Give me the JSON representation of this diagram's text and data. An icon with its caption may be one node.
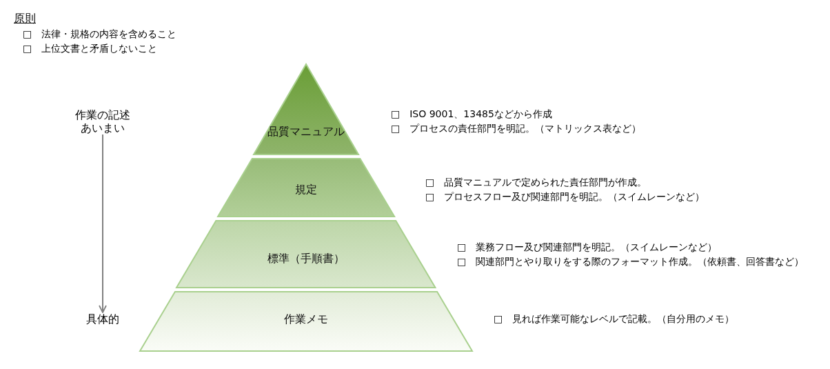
{
  "diagram": {
    "nodes": [
      {
        "text": [
          "品質マニュアル"
        ],
        "beside": [
          "□　ISO 9001、13485などから作成",
          "□　プロセスの責任部門を明記。（マトリックス表など）"
        ]
      },
      {
        "text": [
          "規定"
        ],
        "beside": [
          "□　品質マニュアルで定められた責任部門が作成。",
          "□　プロセスフロー及び関連部門を明記。（スイムレーンなど）"
        ]
      },
      {
        "text": [
          "標準（手順書）"
        ],
        "beside": [
          "□　業務フロー及び関連部門を明記。（スイムレーンなど）",
          "□　関連部門とやり取りをする際のフォーマット作成。（依頼書、回答書など）"
        ]
      },
      {
        "text": [
          "作業メモ"
        ],
        "beside": [
          "□　見れば作業可能なレベルで記載。（自分用のメモ）"
        ]
      },
      {
        "text": [
          "作業の記述あいまい"
        ]
      },
      {
        "text": [
          "具体的"
        ]
      }
    ],
    "edges": [
      {
        "from": 4,
        "to": 5,
        "arrow": "to"
      }
    ],
    "labels": [
      "原則",
      "□　法律・規格の内容を含めること",
      "□　上位文書と矛盾しないこと"
    ]
  }
}
